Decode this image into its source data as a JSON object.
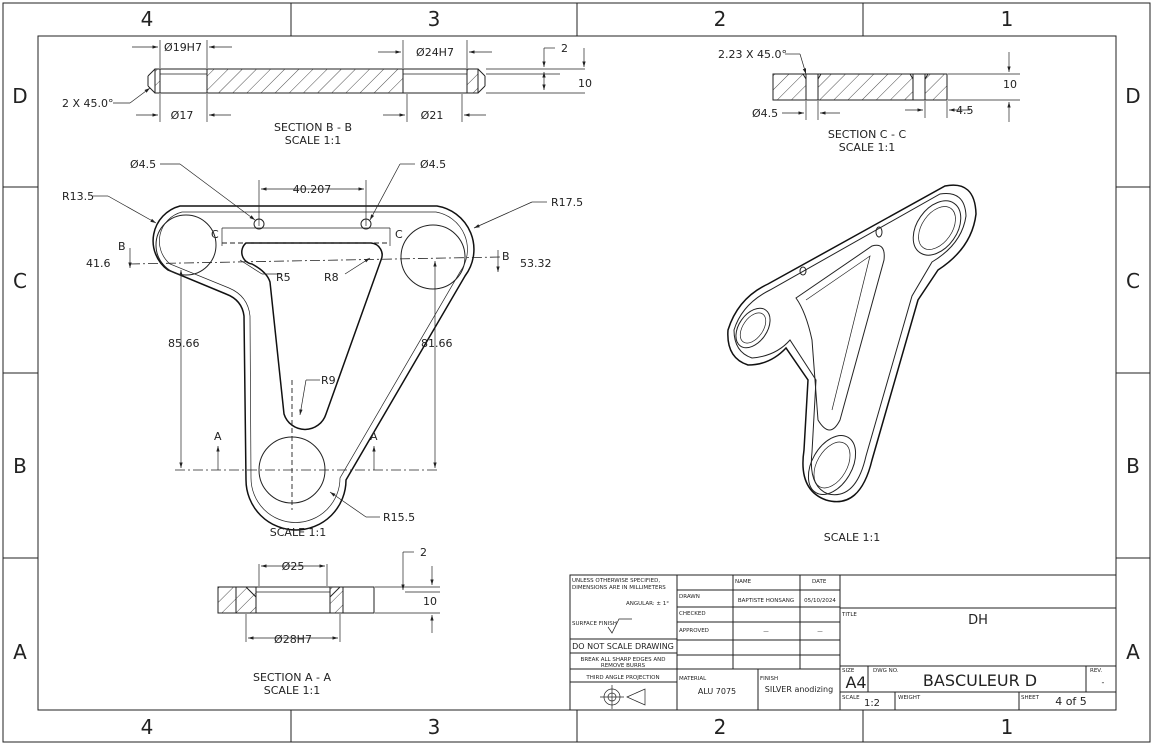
{
  "border": {
    "columns": [
      "4",
      "3",
      "2",
      "1"
    ],
    "rows": [
      "D",
      "C",
      "B",
      "A"
    ]
  },
  "section_bb": {
    "title": "SECTION B - B",
    "scale": "SCALE 1:1",
    "dims": {
      "left_bore": "Ø19H7",
      "right_bore": "Ø24H7",
      "left_thru": "Ø17",
      "right_thru": "Ø21",
      "chamfer": "2 X 45.0°",
      "thickness": "10",
      "step": "2"
    }
  },
  "section_cc": {
    "title": "SECTION C - C",
    "scale": "SCALE 1:1",
    "dims": {
      "chamfer": "2.23 X 45.0°",
      "hole": "Ø4.5",
      "spacing": "4.5",
      "thickness": "10"
    }
  },
  "main_view": {
    "scale": "SCALE 1:1",
    "dims": {
      "hole_left": "Ø4.5",
      "hole_right": "Ø4.5",
      "hole_spacing": "40.207",
      "radius_left": "R13.5",
      "radius_right": "R17.5",
      "offset_left": "41.6",
      "offset_right": "53.32",
      "inner_r5": "R5",
      "inner_r8": "R8",
      "inner_r9": "R9",
      "height_left": "85.66",
      "height_right": "81.66",
      "radius_bottom": "R15.5",
      "cut_c": "C",
      "cut_b": "B",
      "cut_a": "A"
    }
  },
  "iso_view": {
    "scale": "SCALE 1:1"
  },
  "section_aa": {
    "title": "SECTION A - A",
    "scale": "SCALE 1:1",
    "dims": {
      "bore": "Ø25",
      "thru": "Ø28H7",
      "thickness": "10",
      "step": "2"
    }
  },
  "title_block": {
    "notes": {
      "line1": "UNLESS OTHERWISE SPECIFIED,",
      "line2": "DIMENSIONS ARE IN MILLIMETERS",
      "angular": "ANGULAR: ± 1°",
      "surface_finish": "SURFACE FINISH",
      "do_not_scale": "DO NOT SCALE DRAWING",
      "burrs1": "BREAK ALL SHARP EDGES AND",
      "burrs2": "REMOVE BURRS",
      "projection": "THIRD ANGLE PROJECTION"
    },
    "headers": {
      "name": "NAME",
      "date": "DATE",
      "drawn": "DRAWN",
      "checked": "CHECKED",
      "approved": "APPROVED",
      "material": "MATERIAL",
      "finish": "FINISH",
      "title": "TITLE",
      "size": "SIZE",
      "dwg_no": "DWG NO.",
      "rev": "REV.",
      "scale": "SCALE",
      "weight": "WEIGHT",
      "sheet": "SHEET"
    },
    "values": {
      "drawn_name": "BAPTISTE HONSANG",
      "drawn_date": "05/10/2024",
      "approved_name": "—",
      "approved_date": "—",
      "material": "ALU 7075",
      "finish": "SILVER anodizing",
      "title": "DH",
      "size": "A4",
      "dwg_no": "BASCULEUR D",
      "rev": "-",
      "scale": "1:2",
      "sheet": "4 of 5"
    }
  }
}
